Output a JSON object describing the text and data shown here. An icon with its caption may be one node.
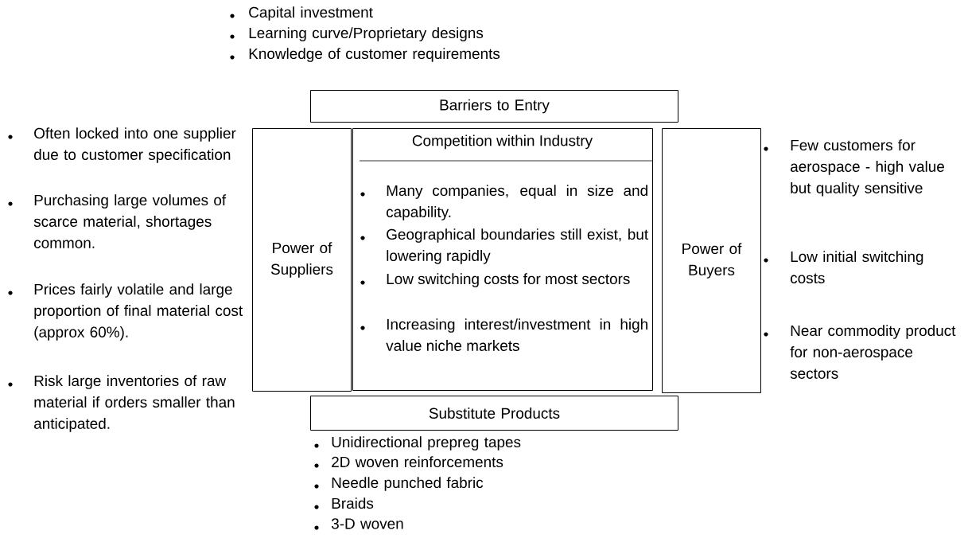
{
  "diagram": {
    "nodes": [
      {
        "text": [
          "Barriers to Entry"
        ]
      },
      {
        "text": [
          "Competition within Industry",
          "Many companies, equal in size and capability.",
          "Geographical boundaries still exist, but lowering rapidly",
          "Low switching costs for most sectors",
          "Increasing interest/investment in high value niche markets"
        ]
      },
      {
        "text": [
          "Power of Suppliers"
        ]
      },
      {
        "text": [
          "Power of Buyers"
        ]
      },
      {
        "text": [
          "Substitute Products"
        ]
      }
    ],
    "labels": [
      "Capital investment",
      "Learning curve/Proprietary designs",
      "Knowledge of customer requirements",
      "Often locked into one supplier due to customer specification",
      "Purchasing large volumes of scarce material, shortages common.",
      "Prices fairly volatile and large proportion of final material cost (approx 60%).",
      "Risk large inventories of raw material if orders smaller than anticipated.",
      "Few customers for aerospace - high value but quality sensitive",
      "Low initial switching costs",
      "Near commodity product for non-aerospace sectors",
      "Unidirectional prepreg tapes",
      "2D woven reinforcements",
      "Needle punched fabric",
      "Braids",
      "3-D woven"
    ]
  }
}
